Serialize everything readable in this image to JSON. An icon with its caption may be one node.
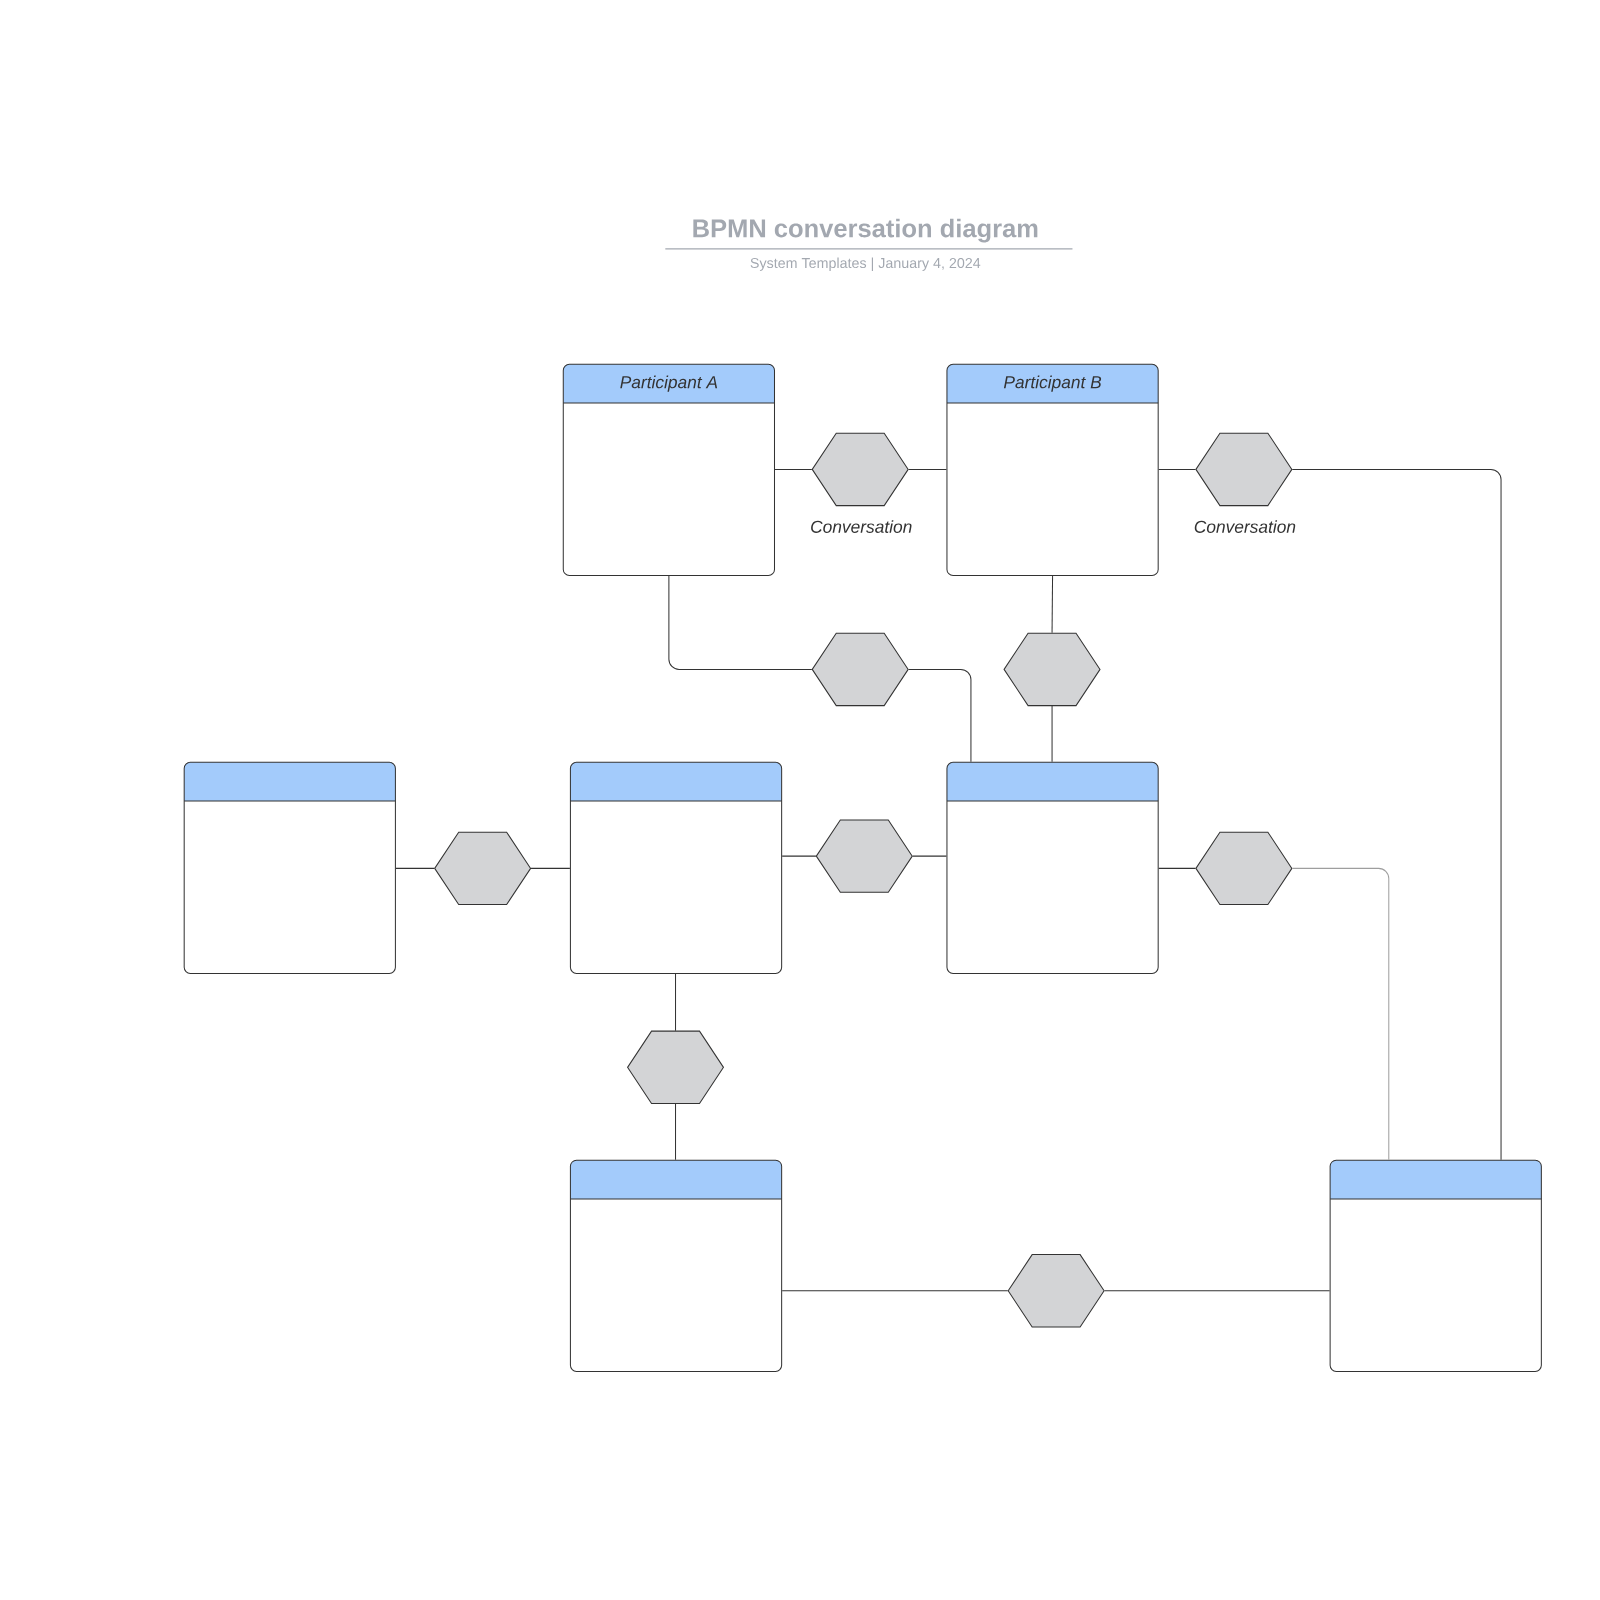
{
  "diagram": {
    "title": "BPMN conversation diagram",
    "nodes": [
      {
        "text": [
          "Participant A"
        ]
      },
      {
        "text": [
          "Participant B"
        ]
      },
      {
        "text": [],
        "shape": "box"
      },
      {
        "text": [],
        "shape": "box"
      },
      {
        "text": [],
        "shape": "box"
      },
      {
        "text": [],
        "shape": "box"
      },
      {
        "text": [],
        "shape": "box"
      },
      {
        "text": [],
        "shape": "hexagon",
        "beside": [
          "Conversation"
        ]
      },
      {
        "text": [],
        "shape": "hexagon",
        "beside": [
          "Conversation"
        ]
      },
      {
        "text": [],
        "shape": "hexagon"
      },
      {
        "text": [],
        "shape": "hexagon"
      },
      {
        "text": [],
        "shape": "hexagon"
      },
      {
        "text": [],
        "shape": "hexagon"
      },
      {
        "text": [],
        "shape": "hexagon"
      },
      {
        "text": [],
        "shape": "hexagon"
      },
      {
        "text": [],
        "shape": "hexagon"
      }
    ],
    "edges": [
      {
        "from": 0,
        "to": 7,
        "arrow": "none"
      },
      {
        "from": 7,
        "to": 1,
        "arrow": "none"
      },
      {
        "from": 1,
        "to": 8,
        "arrow": "none"
      },
      {
        "from": 8,
        "to": 6,
        "arrow": "none"
      },
      {
        "from": 0,
        "to": 9,
        "arrow": "none"
      },
      {
        "from": 9,
        "to": 4,
        "arrow": "none"
      },
      {
        "from": 1,
        "to": 10,
        "arrow": "none"
      },
      {
        "from": 10,
        "to": 4,
        "arrow": "none"
      },
      {
        "from": 2,
        "to": 11,
        "arrow": "none"
      },
      {
        "from": 11,
        "to": 3,
        "arrow": "none"
      },
      {
        "from": 3,
        "to": 12,
        "arrow": "none"
      },
      {
        "from": 12,
        "to": 4,
        "arrow": "none"
      },
      {
        "from": 4,
        "to": 13,
        "arrow": "none"
      },
      {
        "from": 13,
        "to": 6,
        "arrow": "none",
        "color": "#9e9e9e"
      },
      {
        "from": 3,
        "to": 14,
        "arrow": "none"
      },
      {
        "from": 14,
        "to": 5,
        "arrow": "none"
      },
      {
        "from": 5,
        "to": 15,
        "arrow": "none"
      },
      {
        "from": 15,
        "to": 6,
        "arrow": "none"
      }
    ],
    "labels": [
      "System Templates  |  January 4, 2024"
    ]
  }
}
